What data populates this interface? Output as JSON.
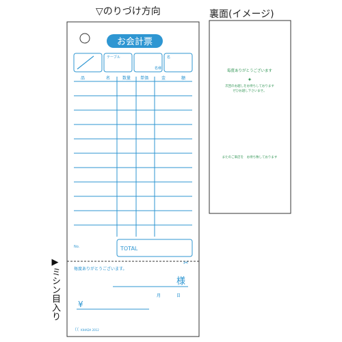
{
  "front": {
    "binding_label": "▽のりづけ方向",
    "title": "お会計票",
    "table_label": "テーブル",
    "people_label": "名様",
    "count_label": "名",
    "headers": [
      "品",
      "名",
      "数量",
      "単価",
      "金",
      "額"
    ],
    "total_label": "TOTAL",
    "no_label": "No.",
    "perforation_label": "▶ミシン目入り",
    "receipt_thanks": "毎度ありがとうございます。",
    "receipt_sama": "様",
    "receipt_month": "月",
    "receipt_day": "日",
    "yen_symbol": "¥",
    "footer_code": "KIHADA 2012",
    "footer_mark": "（（"
  },
  "back": {
    "label": "裏面(イメージ)",
    "line1": "毎度ありがとうございます",
    "star": "✦",
    "line2": "次回のお越しをお待ちしております",
    "line3": "ぜひお越し下さいませ。",
    "line4": "またのご来店を　お待ち致しております"
  },
  "colors": {
    "accent": "#2e96d2",
    "back_text": "#3a9a5c",
    "border": "#333333"
  }
}
